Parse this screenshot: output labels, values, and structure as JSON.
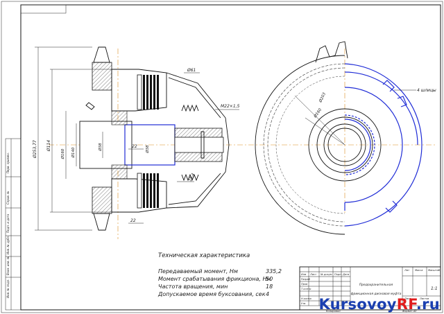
{
  "dimensions": {
    "d_outer": "Ø253,77",
    "d_hub": "Ø114",
    "d_a": "Ø160",
    "d_b": "Ø140",
    "d_c": "Ø38",
    "d_d": "Ø38",
    "d_61": "Ø61",
    "thread": "M22×1,5",
    "len_22_top": "22",
    "len_22_bottom": "22",
    "len_154": "15,4",
    "r_203": "Ø203",
    "r_160": "Ø160",
    "slots_note": "4 шлицы"
  },
  "tech": {
    "title": "Техническая характеристика",
    "rows": [
      {
        "label": "Передаваемый момент, Нм",
        "value": "335,2"
      },
      {
        "label": "Момент срабатывания фрикциона, Нм",
        "value": "50"
      },
      {
        "label": "Частота вращения, мин",
        "value": "18"
      },
      {
        "label": "Допускаемое время буксования, сек",
        "value": "4"
      }
    ]
  },
  "title_block": {
    "name_line1": "Предохранительная",
    "name_line2": "фрикционная дисковая муфта",
    "col_lit": "Лит",
    "col_mass": "Масса",
    "col_scale": "Масштаб",
    "scale_value": "1:1",
    "copied": "Копировал",
    "format": "Формат  А2",
    "sheet": "Лист",
    "sheets": "Листов",
    "rows": [
      "Изм",
      "Разраб",
      "Пров",
      "Т.контр",
      "Н.контр",
      "Утв"
    ],
    "heads": [
      "Лист",
      "№ докум",
      "Подп",
      "Дата"
    ]
  },
  "side_strip": [
    "Перв. примен.",
    "Справ. №",
    "Подп. и дата",
    "Инв. № дубл.",
    "Взам. инв. №",
    "Подп. и дата",
    "Инв. № подл."
  ],
  "watermark": {
    "part1": "Kursovoy",
    "accent": "RF",
    "part2": ".ru"
  },
  "colors": {
    "outline": "#1e2bd6",
    "centerline": "#d98e1e",
    "watermark": "#1a3fb0",
    "watermark_accent": "#e01c1c"
  }
}
